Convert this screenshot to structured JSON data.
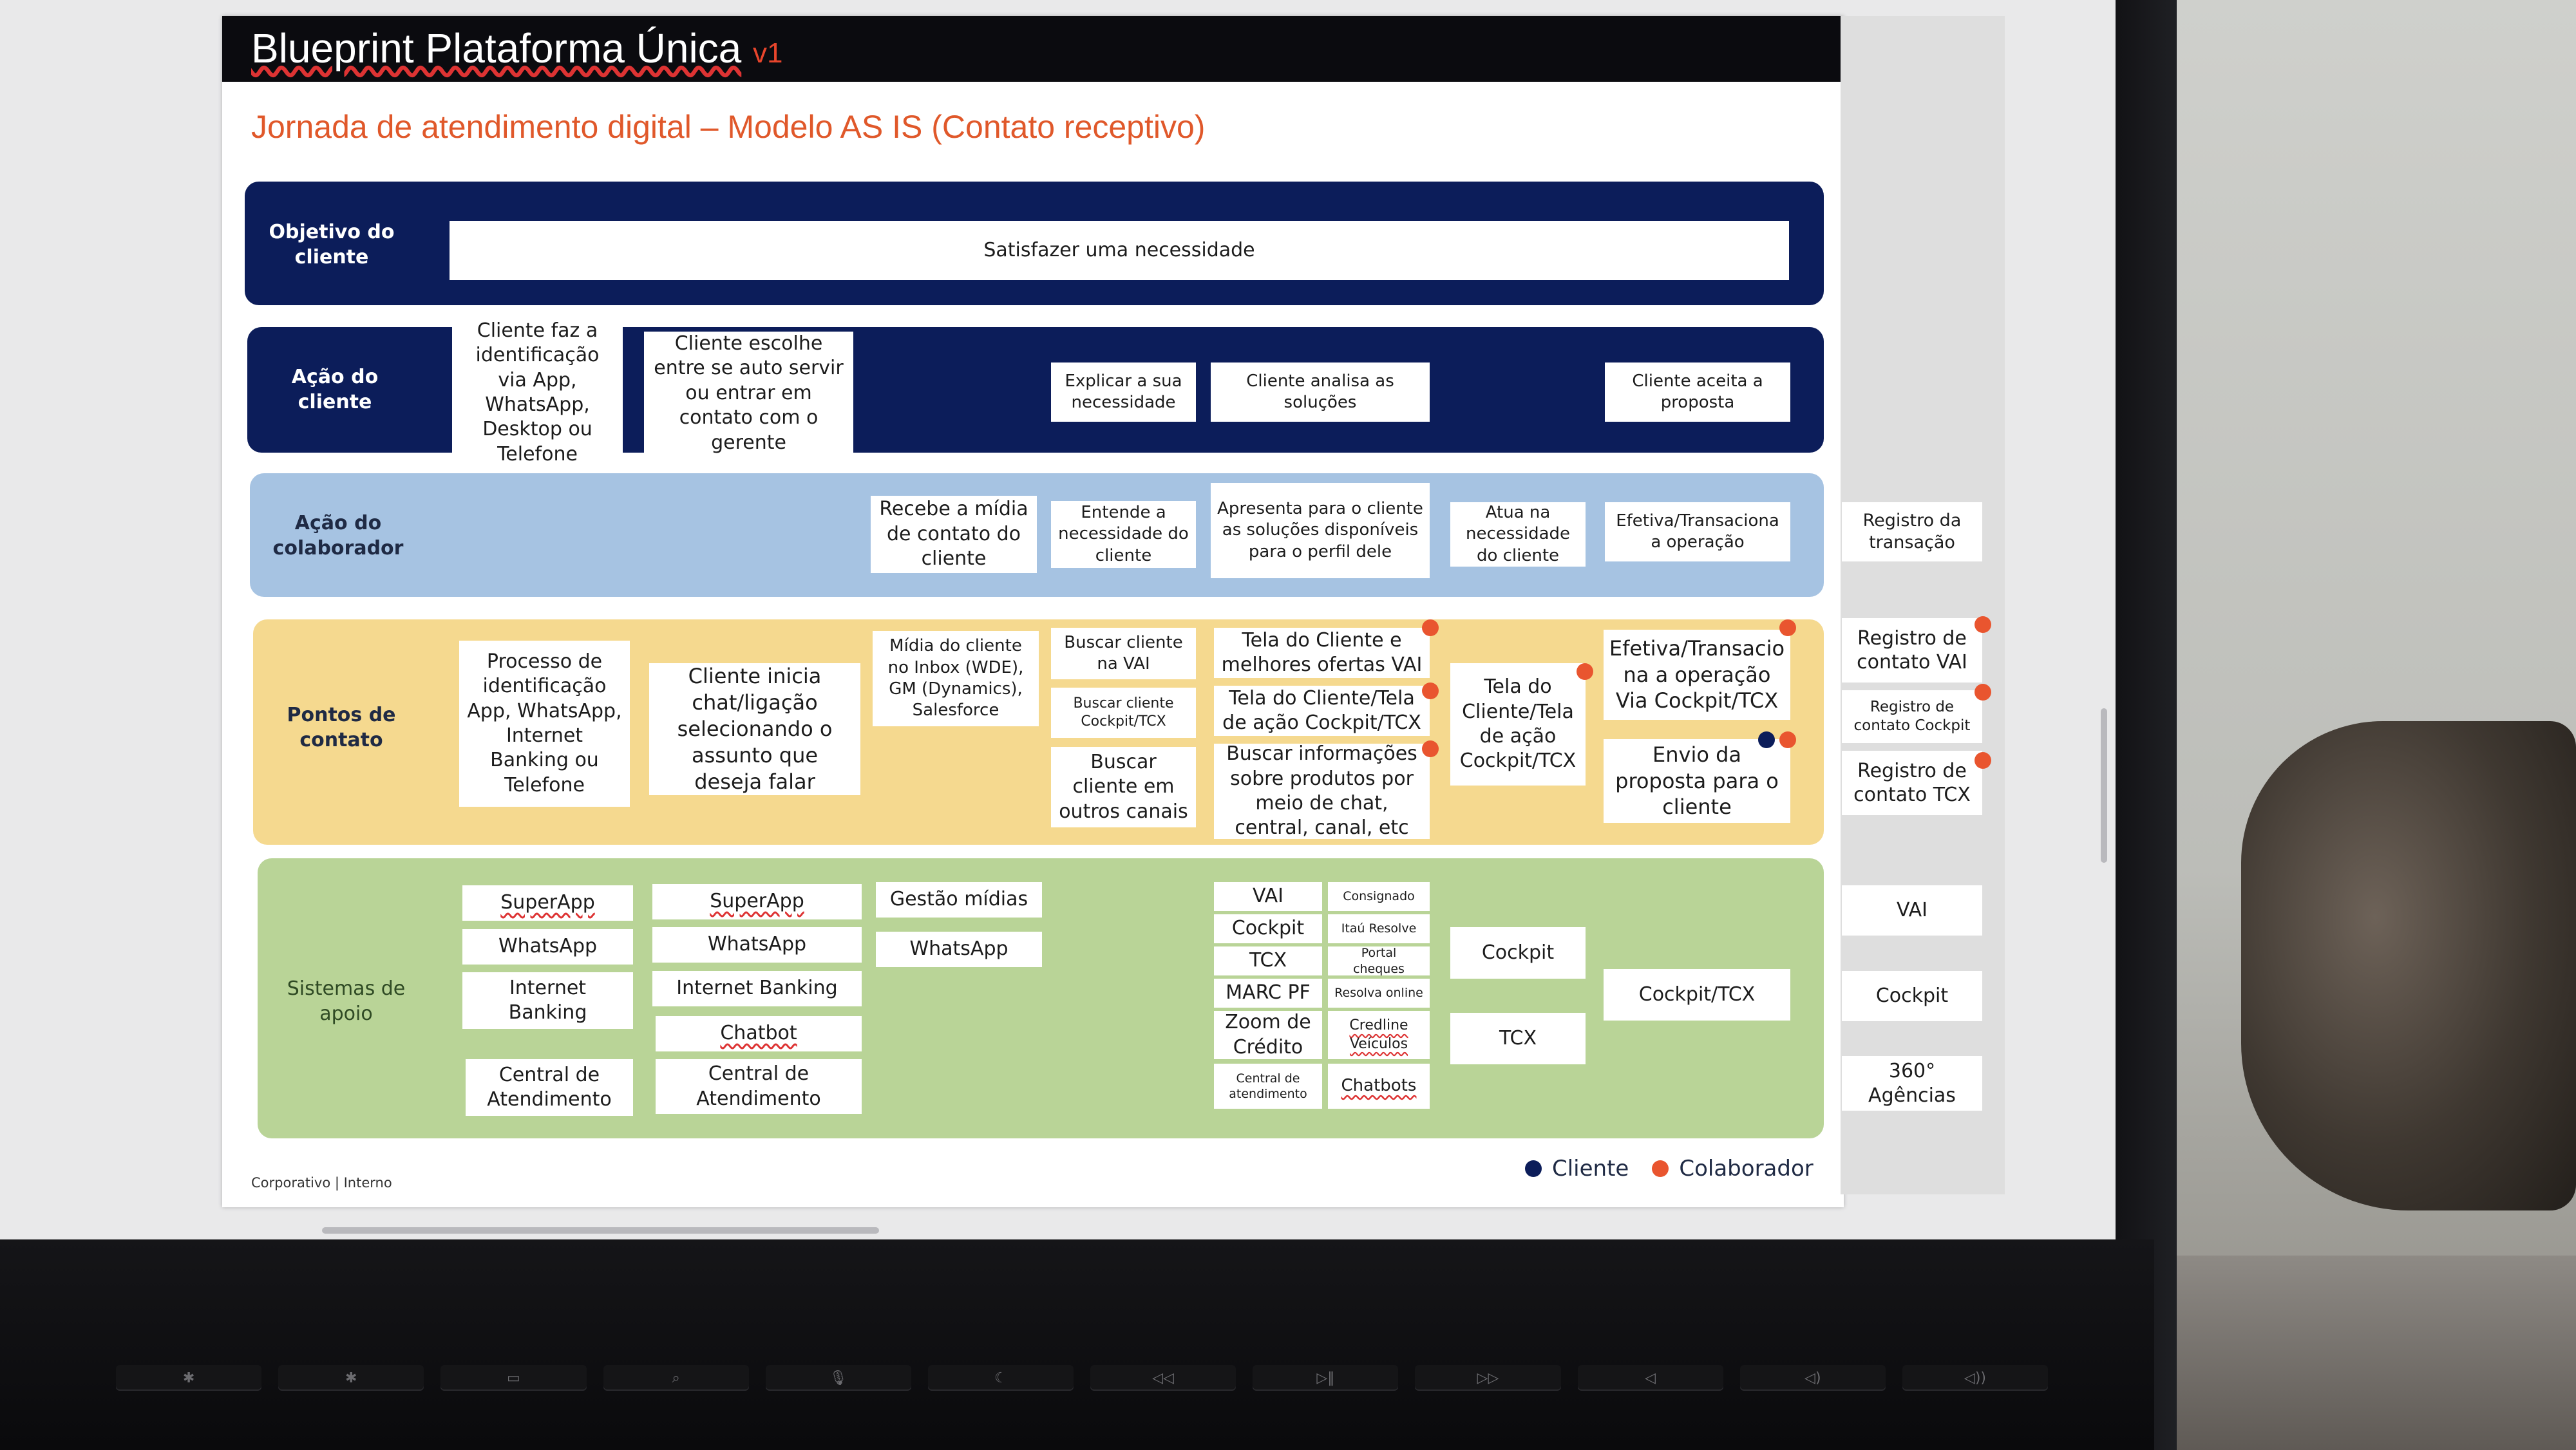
{
  "title": {
    "main": "Blueprint Plataforma Única",
    "version": "v1"
  },
  "subtitle": "Jornada de atendimento digital – Modelo AS IS (Contato receptivo)",
  "rows": {
    "objetivo": {
      "label": "Objetivo do cliente",
      "cards": [
        "Satisfazer uma necessidade"
      ]
    },
    "acao_cliente": {
      "label": "Ação do cliente",
      "cards": [
        "Cliente faz a identificação via App, WhatsApp, Desktop ou Telefone",
        "Cliente escolhe entre se auto servir ou entrar em contato com o gerente",
        "Explicar a sua necessidade",
        "Cliente analisa as soluções",
        "Cliente aceita a proposta"
      ]
    },
    "acao_colaborador": {
      "label": "Ação do colaborador",
      "cards": [
        "Recebe a mídia de contato do cliente",
        "Entende a necessidade do cliente",
        "Apresenta para o cliente as soluções disponíveis para o perfil dele",
        "Atua na necessidade do cliente",
        "Efetiva/Transaciona a operação"
      ]
    },
    "pontos_contato": {
      "label": "Pontos de contato",
      "cards": [
        "Processo de identificação App, WhatsApp, Internet Banking ou Telefone",
        "Cliente inicia chat/ligação selecionando o assunto que deseja falar",
        "Mídia do cliente no Inbox (WDE), GM (Dynamics), Salesforce",
        "Buscar cliente na VAI",
        "Buscar cliente Cockpit/TCX",
        "Buscar cliente em outros canais",
        "Tela do Cliente e melhores ofertas VAI",
        "Tela do Cliente/Tela de ação Cockpit/TCX",
        "Buscar informações sobre produtos por meio de chat, central, canal, etc",
        "Tela do Cliente/Tela de ação Cockpit/TCX",
        "Efetiva/Transacio na a operação Via Cockpit/TCX",
        "Envio da proposta para o cliente"
      ]
    },
    "sistemas": {
      "label": "Sistemas de apoio",
      "col1": [
        "SuperApp",
        "WhatsApp",
        "Internet Banking",
        "Central de Atendimento"
      ],
      "col2": [
        "SuperApp",
        "WhatsApp",
        "Internet Banking",
        "Chatbot",
        "Central de Atendimento"
      ],
      "col3": [
        "Gestão mídias",
        "WhatsApp"
      ],
      "col4a": [
        "VAI",
        "Cockpit",
        "TCX",
        "MARC PF",
        "Zoom de Crédito",
        "Central de atendimento"
      ],
      "col4b": [
        "Consignado",
        "Itaú Resolve",
        "Portal cheques",
        "Resolva online",
        "Credline Veículos",
        "Chatbots"
      ],
      "col5": [
        "Cockpit",
        "TCX"
      ],
      "col6": [
        "Cockpit/TCX"
      ]
    }
  },
  "side_panel": {
    "items": [
      "Registro da transação",
      "Registro de contato VAI",
      "Registro de contato Cockpit",
      "Registro de contato TCX",
      "VAI",
      "Cockpit",
      "360° Agências"
    ]
  },
  "legend": {
    "cliente": "Cliente",
    "colaborador": "Colaborador"
  },
  "footer": "Corporativo | Interno",
  "colors": {
    "navy": "#0c1d5a",
    "orange": "#e9552f",
    "light_blue": "#a6c3e2",
    "yellow": "#f5d98f",
    "green": "#b9d497"
  }
}
